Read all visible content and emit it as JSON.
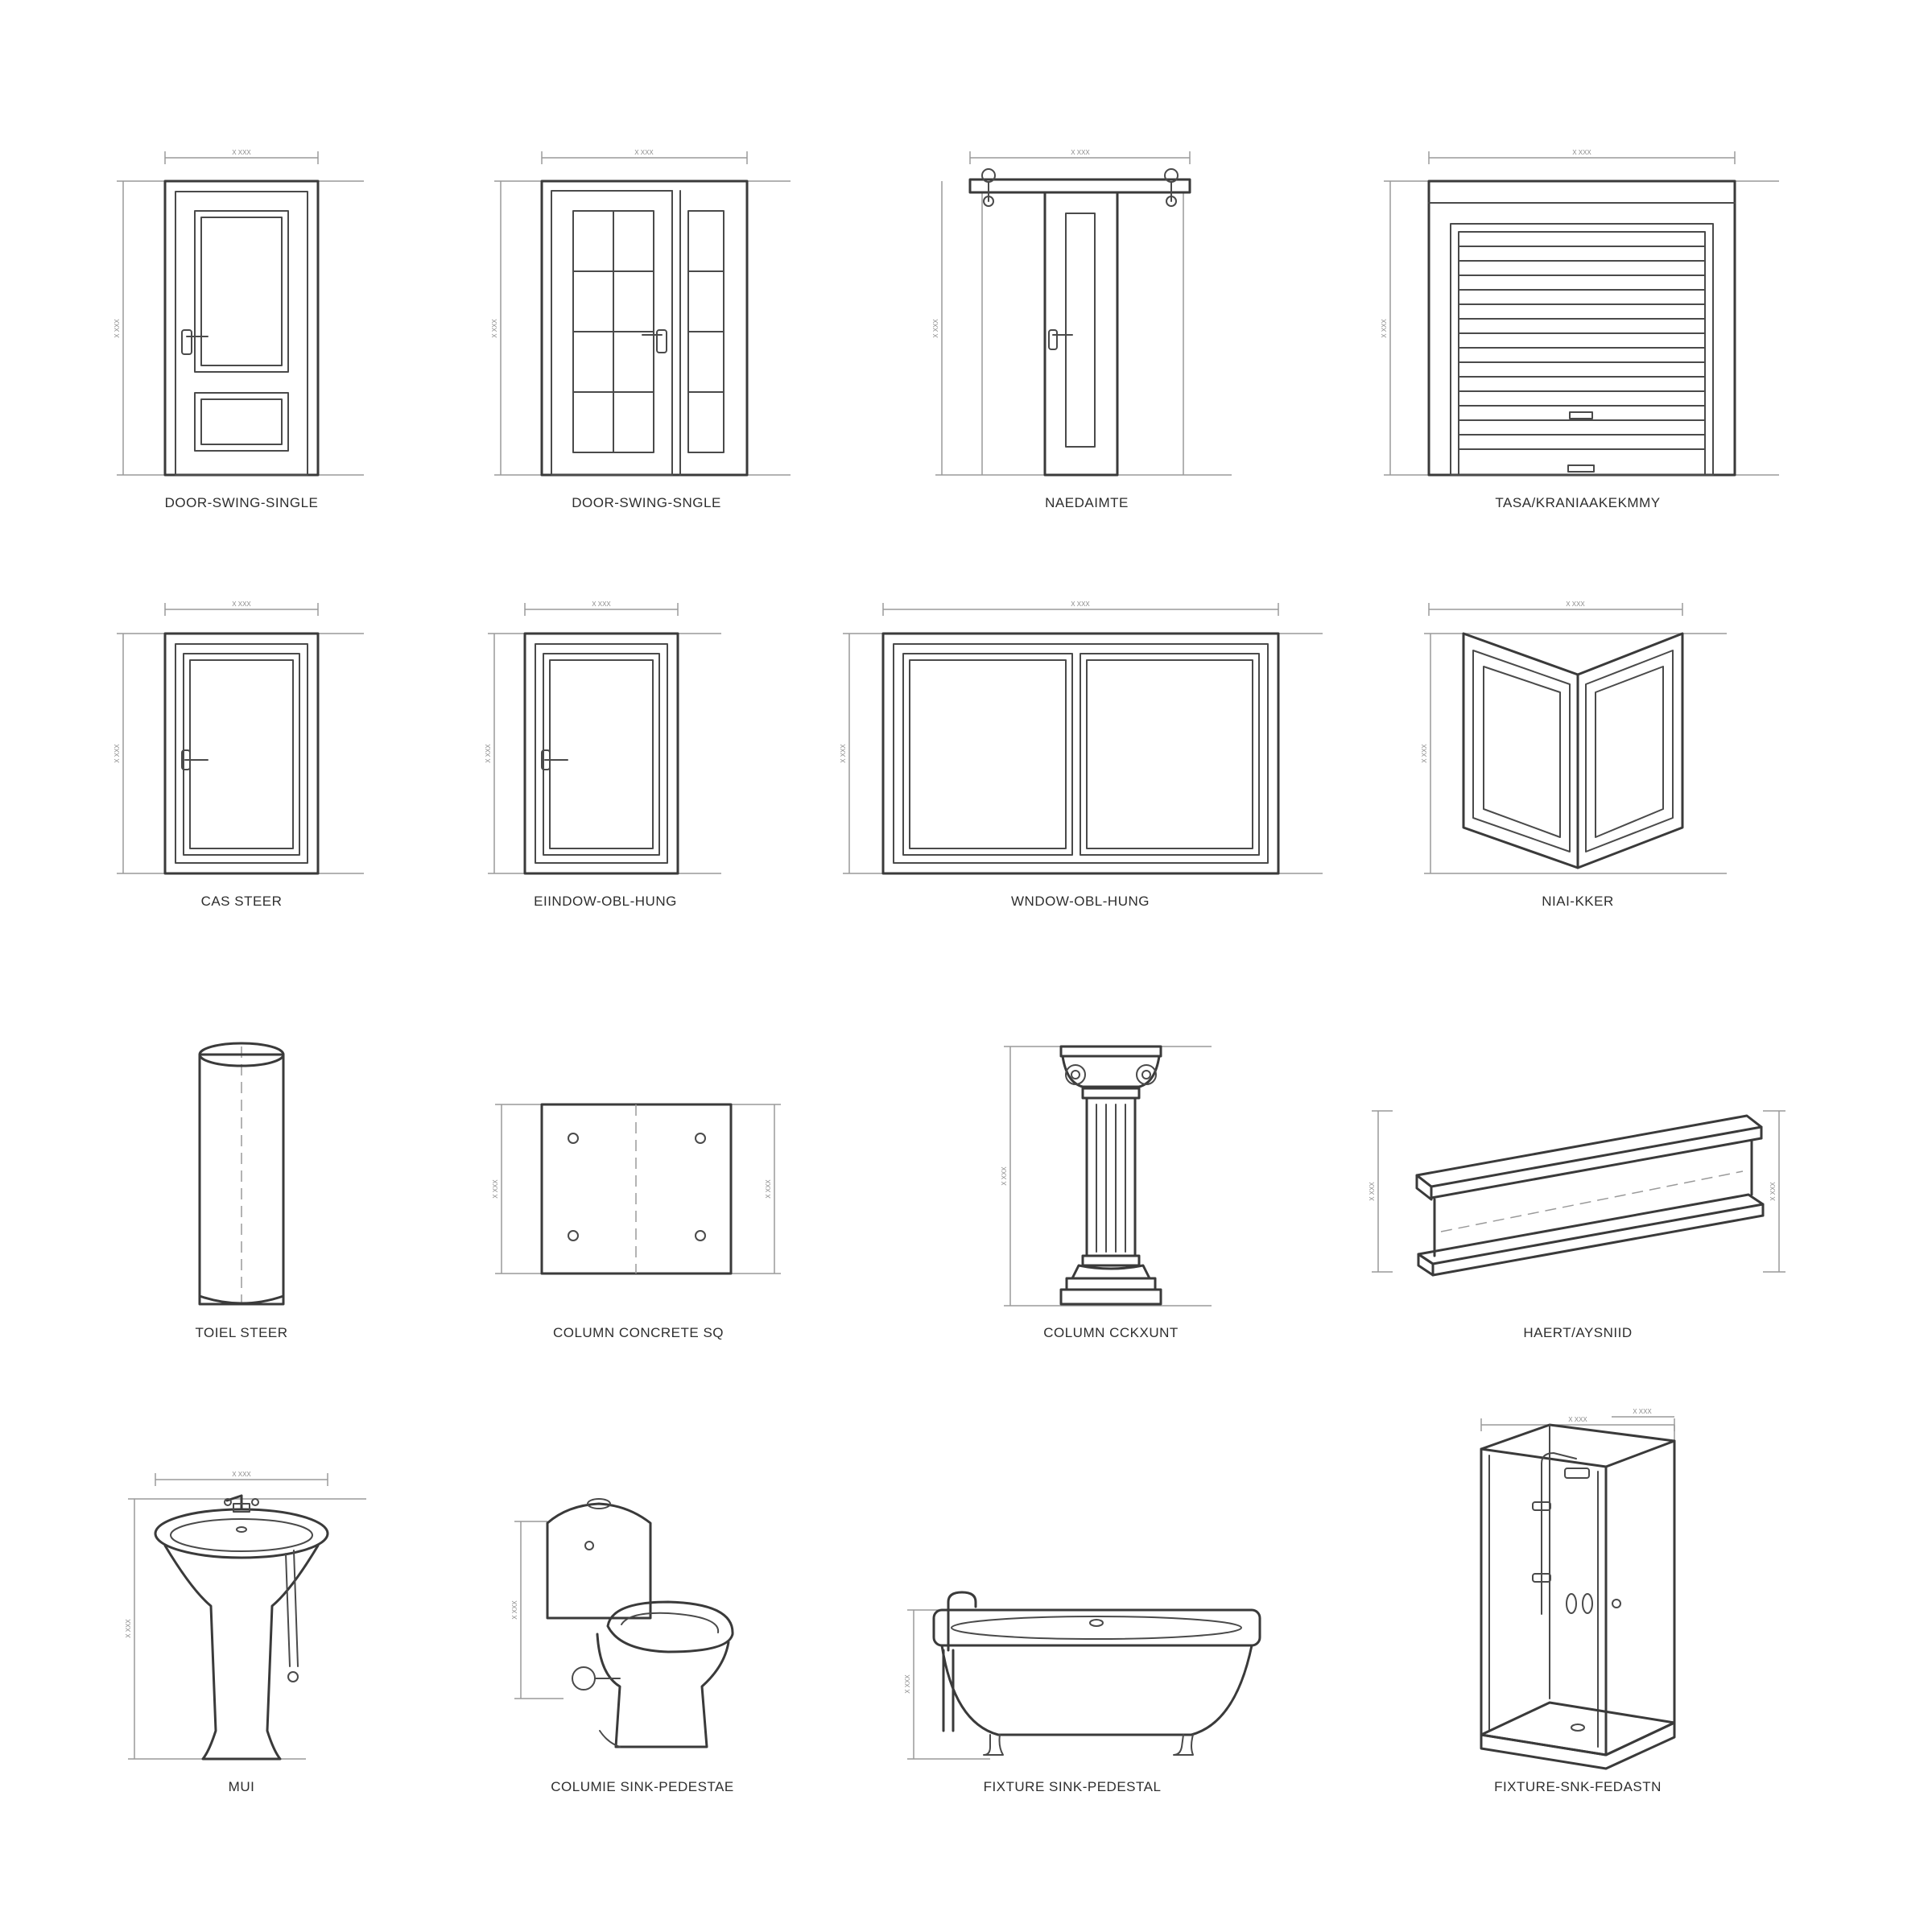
{
  "sheet": {
    "dimension_text": "X XXX",
    "symbols": [
      {
        "id": "door-swing-single-1",
        "label": "DOOR-SWING-SINGLE"
      },
      {
        "id": "door-swing-single-2",
        "label": "DOOR-SWING-SNGLE"
      },
      {
        "id": "barn-door",
        "label": "NAEDAIMTE"
      },
      {
        "id": "garage-door",
        "label": "TASA/KRANIAAKEKMMY"
      },
      {
        "id": "casement-door",
        "label": "CAS STEER"
      },
      {
        "id": "window-door",
        "label": "EIINDOW-OBL-HUNG"
      },
      {
        "id": "window-dbl-hung",
        "label": "WNDOW-OBL-HUNG"
      },
      {
        "id": "bay-window",
        "label": "NIAI-KKER"
      },
      {
        "id": "column-round",
        "label": "TOIEL STEER"
      },
      {
        "id": "column-concrete-sq",
        "label": "COLUMN CONCRETE SQ"
      },
      {
        "id": "column-ionic",
        "label": "COLUMN CCKXUNT"
      },
      {
        "id": "steel-beam",
        "label": "HAERT/AYSNIID"
      },
      {
        "id": "pedestal-sink",
        "label": "MUI"
      },
      {
        "id": "toilet",
        "label": "COLUMIE SINK-PEDESTAE"
      },
      {
        "id": "bathtub",
        "label": "FIXTURE SINK-PEDESTAL"
      },
      {
        "id": "shower",
        "label": "FIXTURE-SNK-FEDASTN"
      }
    ]
  }
}
